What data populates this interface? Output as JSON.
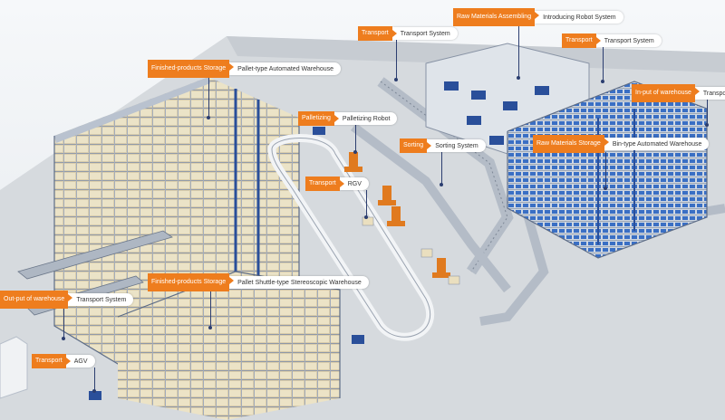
{
  "callouts": [
    {
      "tag": "Raw Materials Assembling",
      "label": "Introducing Robot System"
    },
    {
      "tag": "Transport",
      "label": "Transport System"
    },
    {
      "tag": "Transport",
      "label": "Transport System"
    },
    {
      "tag": "Finished-products Storage",
      "label": "Pallet-type Automated Warehouse"
    },
    {
      "tag": "In-put of warehouse",
      "label": "Transport System"
    },
    {
      "tag": "Palletizing",
      "label": "Palletizing Robot"
    },
    {
      "tag": "Sorting",
      "label": "Sorting System"
    },
    {
      "tag": "Raw Materials Storage",
      "label": "Bin-type Automated Warehouse"
    },
    {
      "tag": "Transport",
      "label": "RGV"
    },
    {
      "tag": "Finished-products Storage",
      "label": "Pallet Shuttle-type Stereoscopic Warehouse"
    },
    {
      "tag": "Out-put of warehouse",
      "label": "Transport System"
    },
    {
      "tag": "Transport",
      "label": "AGV"
    }
  ],
  "colors": {
    "accent": "#ee7d1e",
    "rack": "#2a4f9a",
    "bin": "#3a6fc4",
    "crate": "#e9dfbf",
    "floor": "#d9dde2",
    "robot": "#e07a1f"
  }
}
